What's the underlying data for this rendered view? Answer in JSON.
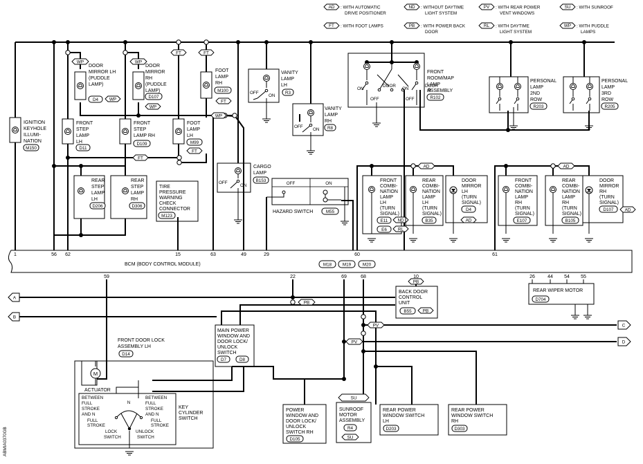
{
  "legend": [
    {
      "code": "AD",
      "text1": ": WITH AUTOMATIC",
      "text2": "DRIVE POSITIONER"
    },
    {
      "code": "ND",
      "text1": ": WITHOUT DAYTIME",
      "text2": "LIGHT SYSTEM"
    },
    {
      "code": "PV",
      "text1": ": WITH REAR POWER",
      "text2": "VENT WINDOWS"
    },
    {
      "code": "SU",
      "text1": ": WITH SUNROOF",
      "text2": ""
    },
    {
      "code": "FT",
      "text1": ": WITH FOOT LAMPS",
      "text2": ""
    },
    {
      "code": "PB",
      "text1": ": WITH POWER BACK",
      "text2": "DOOR"
    },
    {
      "code": "RL",
      "text1": ": WITH DAYTIME",
      "text2": "LIGHT SYSTEM"
    },
    {
      "code": "WP",
      "text1": ": WITH PUDDLE",
      "text2": "LAMPS"
    }
  ],
  "components": {
    "ignition_lamp": {
      "lines": [
        "IGNITION",
        "KEYHOLE",
        "ILLUMI-",
        "NATION"
      ],
      "conn": "M150"
    },
    "front_step_lh": {
      "lines": [
        "FRONT",
        "STEP",
        "LAMP",
        "LH"
      ],
      "conn": "D11"
    },
    "door_mirror_lh_puddle": {
      "lines": [
        "DOOR",
        "MIRROR LH",
        "(PUDDLE",
        "LAMP)"
      ],
      "conn": "D4",
      "opt": "WP"
    },
    "front_step_rh": {
      "lines": [
        "FRONT",
        "STEP",
        "LAMP RH"
      ],
      "conn": "D109"
    },
    "door_mirror_rh_puddle": {
      "lines": [
        "DOOR",
        "MIRROR",
        "RH",
        "(PUDDLE",
        "LAMP)"
      ],
      "conn": "D107",
      "opt": "WP"
    },
    "foot_lamp_lh": {
      "lines": [
        "FOOT",
        "LAMP",
        "LH"
      ],
      "conn": "M99",
      "opt": "FT"
    },
    "foot_lamp_rh": {
      "lines": [
        "FOOT",
        "LAMP",
        "RH"
      ],
      "conn": "M100",
      "opt": "FT"
    },
    "rear_step_lh": {
      "lines": [
        "REAR",
        "STEP",
        "LAMP",
        "LH"
      ],
      "conn": "D206"
    },
    "rear_step_rh": {
      "lines": [
        "REAR",
        "STEP",
        "LAMP",
        "RH"
      ],
      "conn": "D306"
    },
    "tpms_connector": {
      "lines": [
        "TIRE",
        "PRESSURE",
        "WARNING",
        "CHECK",
        "CONNECTOR"
      ],
      "conn": "M123"
    },
    "vanity_lh": {
      "lines": [
        "VANITY",
        "LAMP",
        "LH"
      ],
      "conn": "R3"
    },
    "vanity_rh": {
      "lines": [
        "VANITY",
        "LAMP",
        "RH"
      ],
      "conn": "R8"
    },
    "cargo_lamp": {
      "lines": [
        "CARGO",
        "LAMP"
      ],
      "conn": "B153"
    },
    "hazard_switch": {
      "label": "HAZARD SWITCH",
      "conn": "M55",
      "off": "OFF",
      "on": "ON"
    },
    "front_room_map": {
      "lines": [
        "FRONT",
        "ROOM/MAP",
        "LAMP",
        "ASSEMBLY"
      ],
      "conn": "R102",
      "door": "DOOR",
      "on": "ON",
      "off": "OFF"
    },
    "personal_2nd": {
      "lines": [
        "PERSONAL",
        "LAMP",
        "2ND",
        "ROW"
      ],
      "conn": "R203"
    },
    "personal_3rd": {
      "lines": [
        "PERSONAL",
        "LAMP",
        "3RD",
        "ROW"
      ],
      "conn": "R205"
    },
    "front_combi_lh": {
      "lines": [
        "FRONT",
        "COMBI-",
        "NATION",
        "LAMP",
        "LH",
        "(TURN",
        "SIGNAL)"
      ],
      "conn1": "E11",
      "opt1": "ND",
      "conn2": "E6",
      "opt2": "RL"
    },
    "rear_combi_lh": {
      "lines": [
        "REAR",
        "COMBI-",
        "NATION",
        "LAMP",
        "LH",
        "(TURN",
        "SIGNAL)"
      ],
      "conn": "B35"
    },
    "door_mirror_lh_turn": {
      "lines": [
        "DOOR",
        "MIRROR",
        "LH",
        "(TURN",
        "SIGNAL)"
      ],
      "conn": "D4",
      "opt": "AD"
    },
    "front_combi_rh": {
      "lines": [
        "FRONT",
        "COMBI-",
        "NATION",
        "LAMP",
        "RH",
        "(TURN",
        "SIGNAL)"
      ],
      "conn": "E107"
    },
    "rear_combi_rh": {
      "lines": [
        "REAR",
        "COMBI-",
        "NATION",
        "LAMP",
        "RH",
        "(TURN",
        "SIGNAL)"
      ],
      "conn": "B105"
    },
    "door_mirror_rh_turn": {
      "lines": [
        "DOOR",
        "MIRROR",
        "RH",
        "(TURN",
        "SIGNAL)"
      ],
      "conn": "D107",
      "opt": "AD"
    },
    "bcm": {
      "label": "BCM (BODY CONTROL MODULE)",
      "conn1": "M18",
      "conn2": "M19",
      "conn3": "M20"
    },
    "back_door_cu": {
      "lines": [
        "BACK DOOR",
        "CONTROL",
        "UNIT"
      ],
      "conn": "B55",
      "opt": "PB"
    },
    "rear_wiper": {
      "label": "REAR WIPER MOTOR",
      "conn": "D704"
    },
    "front_door_lock": {
      "lines": [
        "FRONT DOOR  LOCK",
        "ASSEMBLY LH"
      ],
      "conn": "D14",
      "actuator": "ACTUATOR",
      "motor": "M",
      "left_lines": [
        "BETWEEN",
        "FULL",
        "STROKE",
        "AND N"
      ],
      "right_lines": [
        "BETWEEN",
        "FULL",
        "STROKE",
        "AND N"
      ],
      "full1": [
        "FULL",
        "STROKE"
      ],
      "full2": [
        "FULL",
        "STROKE"
      ],
      "n": "N",
      "lock_sw": [
        "LOCK",
        "SWITCH"
      ],
      "unlock_sw": [
        "UNLOCK",
        "SWITCH"
      ],
      "key_cyl": [
        "KEY",
        "CYLINDER",
        "SWITCH"
      ]
    },
    "main_pw_switch": {
      "lines": [
        "MAIN POWER",
        "WINDOW AND",
        "DOOR LOCK/",
        "UNLOCK",
        "SWITCH"
      ],
      "conn1": "D7",
      "conn2": "D8"
    },
    "pw_switch_rh": {
      "lines": [
        "POWER",
        "WINDOW AND",
        "DOOR LOCK/",
        "UNLOCK",
        "SWITCH RH"
      ],
      "conn": "D105"
    },
    "sunroof_motor": {
      "lines": [
        "SUNROOF",
        "MOTOR",
        "ASSEMBLY"
      ],
      "conn": "R4",
      "opt": "SU"
    },
    "rear_pw_lh": {
      "lines": [
        "REAR POWER",
        "WINDOW SWITCH",
        "LH"
      ],
      "conn": "D203"
    },
    "rear_pw_rh": {
      "lines": [
        "REAR POWER",
        "WINDOW SWITCH",
        "RH"
      ],
      "conn": "D303"
    }
  },
  "pins": {
    "p1": "1",
    "p56": "56",
    "p62": "62",
    "p15": "15",
    "p63": "63",
    "p49": "49",
    "p29": "29",
    "p60": "60",
    "p61": "61",
    "p59": "59",
    "p22": "22",
    "p69": "69",
    "p68": "68",
    "p10": "10",
    "p26": "26",
    "p44": "44",
    "p54": "54",
    "p55": "55"
  },
  "offpage": {
    "a": "A",
    "b": "B",
    "c": "C",
    "d": "D"
  },
  "opt_tags": {
    "ft": "FT",
    "wp": "WP",
    "ad": "AD",
    "pb": "PB",
    "pv": "PV",
    "su": "SU"
  },
  "switch_text": {
    "off": "OFF",
    "on": "ON"
  },
  "diagram_id": "ABMIA0370GB"
}
